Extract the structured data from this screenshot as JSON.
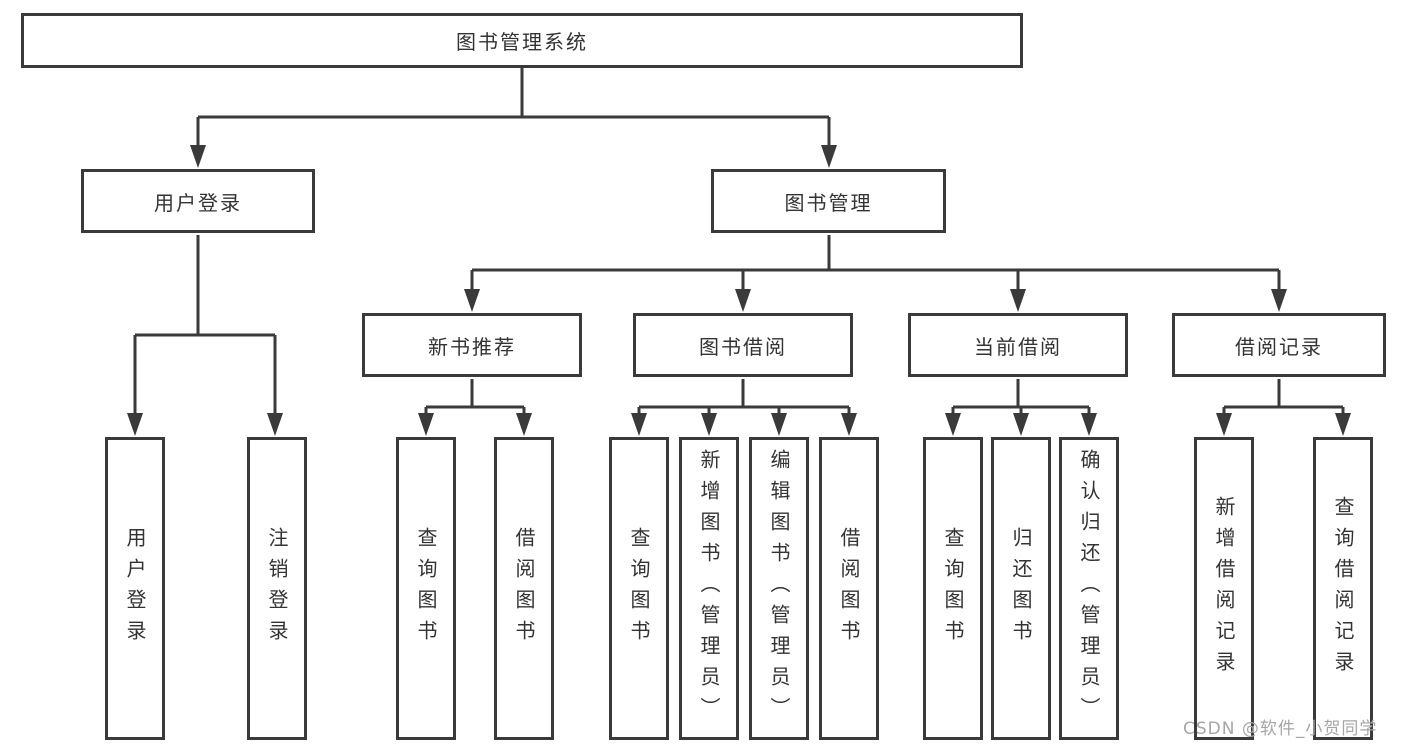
{
  "colors": {
    "line": "#3a3a3a",
    "box_border": "#3a3a3a",
    "text": "#333333",
    "background": "#ffffff",
    "watermark": "#a6a6a6"
  },
  "nodes": {
    "root": "图书管理系统",
    "user_login": "用户登录",
    "book_management": "图书管理",
    "new_book_recommend": "新书推荐",
    "book_borrowing": "图书借阅",
    "current_borrowing": "当前借阅",
    "borrowing_records": "借阅记录",
    "leaf_user_login": "用户登录",
    "leaf_logout": "注销登录",
    "leaf_query_books_recommend": "查询图书",
    "leaf_borrow_books_recommend": "借阅图书",
    "leaf_query_books_borrowing": "查询图书",
    "leaf_add_books_admin": "新增图书（管理员）",
    "leaf_edit_books_admin": "编辑图书（管理员）",
    "leaf_borrow_books_borrowing": "借阅图书",
    "leaf_query_books_current": "查询图书",
    "leaf_return_books": "归还图书",
    "leaf_confirm_return_admin": "确认归还（管理员）",
    "leaf_add_borrow_record": "新增借阅记录",
    "leaf_query_borrow_record": "查询借阅记录"
  },
  "watermark": "CSDN @软件_小贺同学"
}
